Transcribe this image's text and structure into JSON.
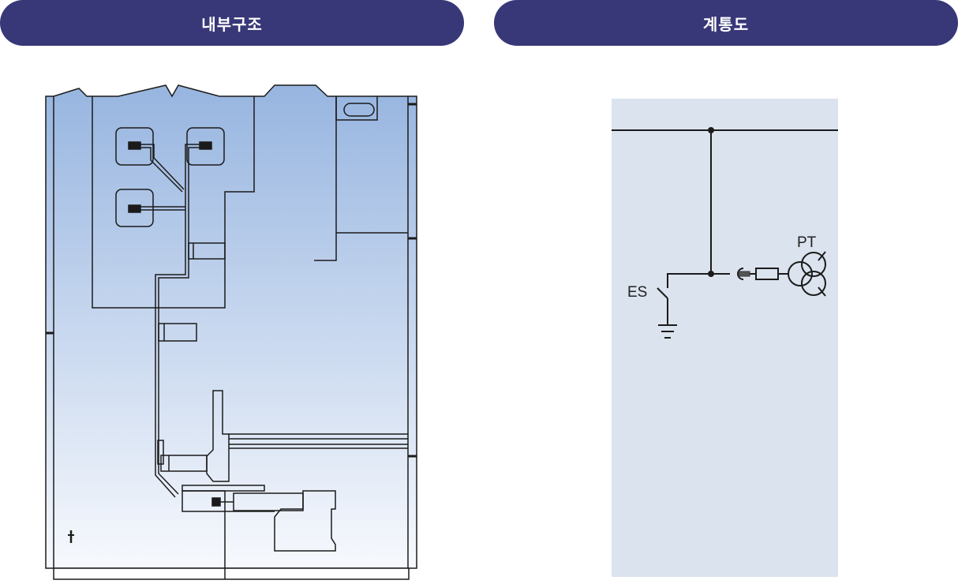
{
  "header": {
    "left_title": "내부구조",
    "right_title": "계통도"
  },
  "diagram": {
    "label_es": "ES",
    "label_pt": "PT"
  },
  "colors": {
    "header_bg": "#383778",
    "header_text": "#ffffff",
    "cabinet_top": "#97b5e0",
    "cabinet_bottom": "#f7f9fd",
    "schematic_bg": "#dbe3ee",
    "line": "#1b1b1b"
  }
}
